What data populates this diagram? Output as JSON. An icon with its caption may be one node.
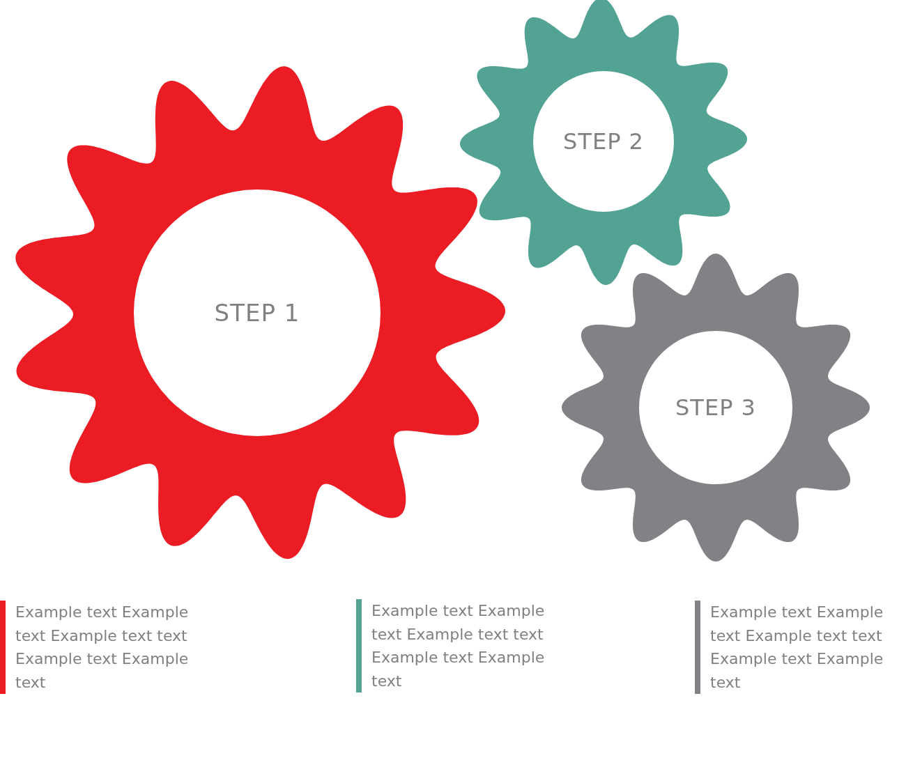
{
  "diagram": {
    "nodes": [
      {
        "text": [
          "STEP 1"
        ]
      },
      {
        "text": [
          "STEP 2"
        ]
      },
      {
        "text": [
          "STEP 3"
        ]
      }
    ],
    "labels": [
      "Example text Example text Example text text Example text Example text",
      "Example text Example text Example text text Example text Example text",
      "Example text Example text Example text text Example text Example text"
    ]
  }
}
